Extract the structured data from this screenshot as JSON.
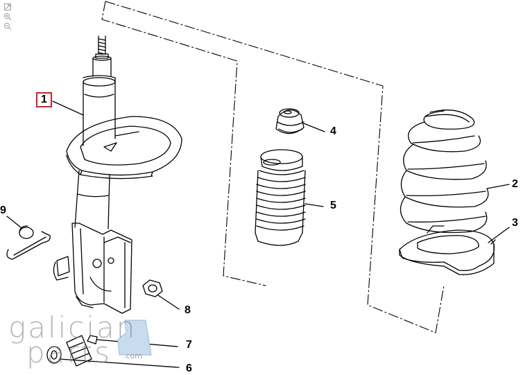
{
  "toolbar": {
    "tools": [
      {
        "name": "fit-icon"
      },
      {
        "name": "zoom-in-icon"
      },
      {
        "name": "zoom-out-icon"
      }
    ]
  },
  "parts": {
    "p1": "1",
    "p2": "2",
    "p3": "3",
    "p4": "4",
    "p5": "5",
    "p6": "6",
    "p7": "7",
    "p8": "8",
    "p9": "9"
  },
  "highlight_color": "#d21f2a",
  "watermark": {
    "line1": "galician",
    "line2": "parts",
    "tld": ".com",
    "accent": "#c8dcf0"
  }
}
